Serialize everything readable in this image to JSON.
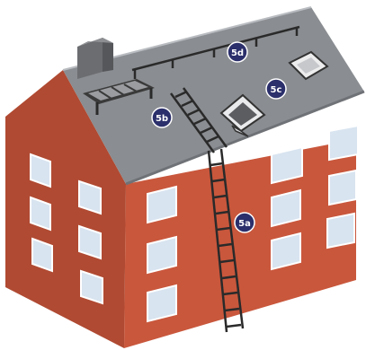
{
  "colors": {
    "background": "#ffffff",
    "brick_front": "#c9573c",
    "brick_side": "#b04a32",
    "roof": "#8a8d91",
    "roof_dark": "#6f7276",
    "chimney": "#6b6d70",
    "window_glass": "#d8e4f0",
    "label_circle": "#2b2f6b",
    "ladder": "#2a2a2a"
  },
  "labels": {
    "a": "5a",
    "b": "5b",
    "c": "5c",
    "d": "5d"
  }
}
